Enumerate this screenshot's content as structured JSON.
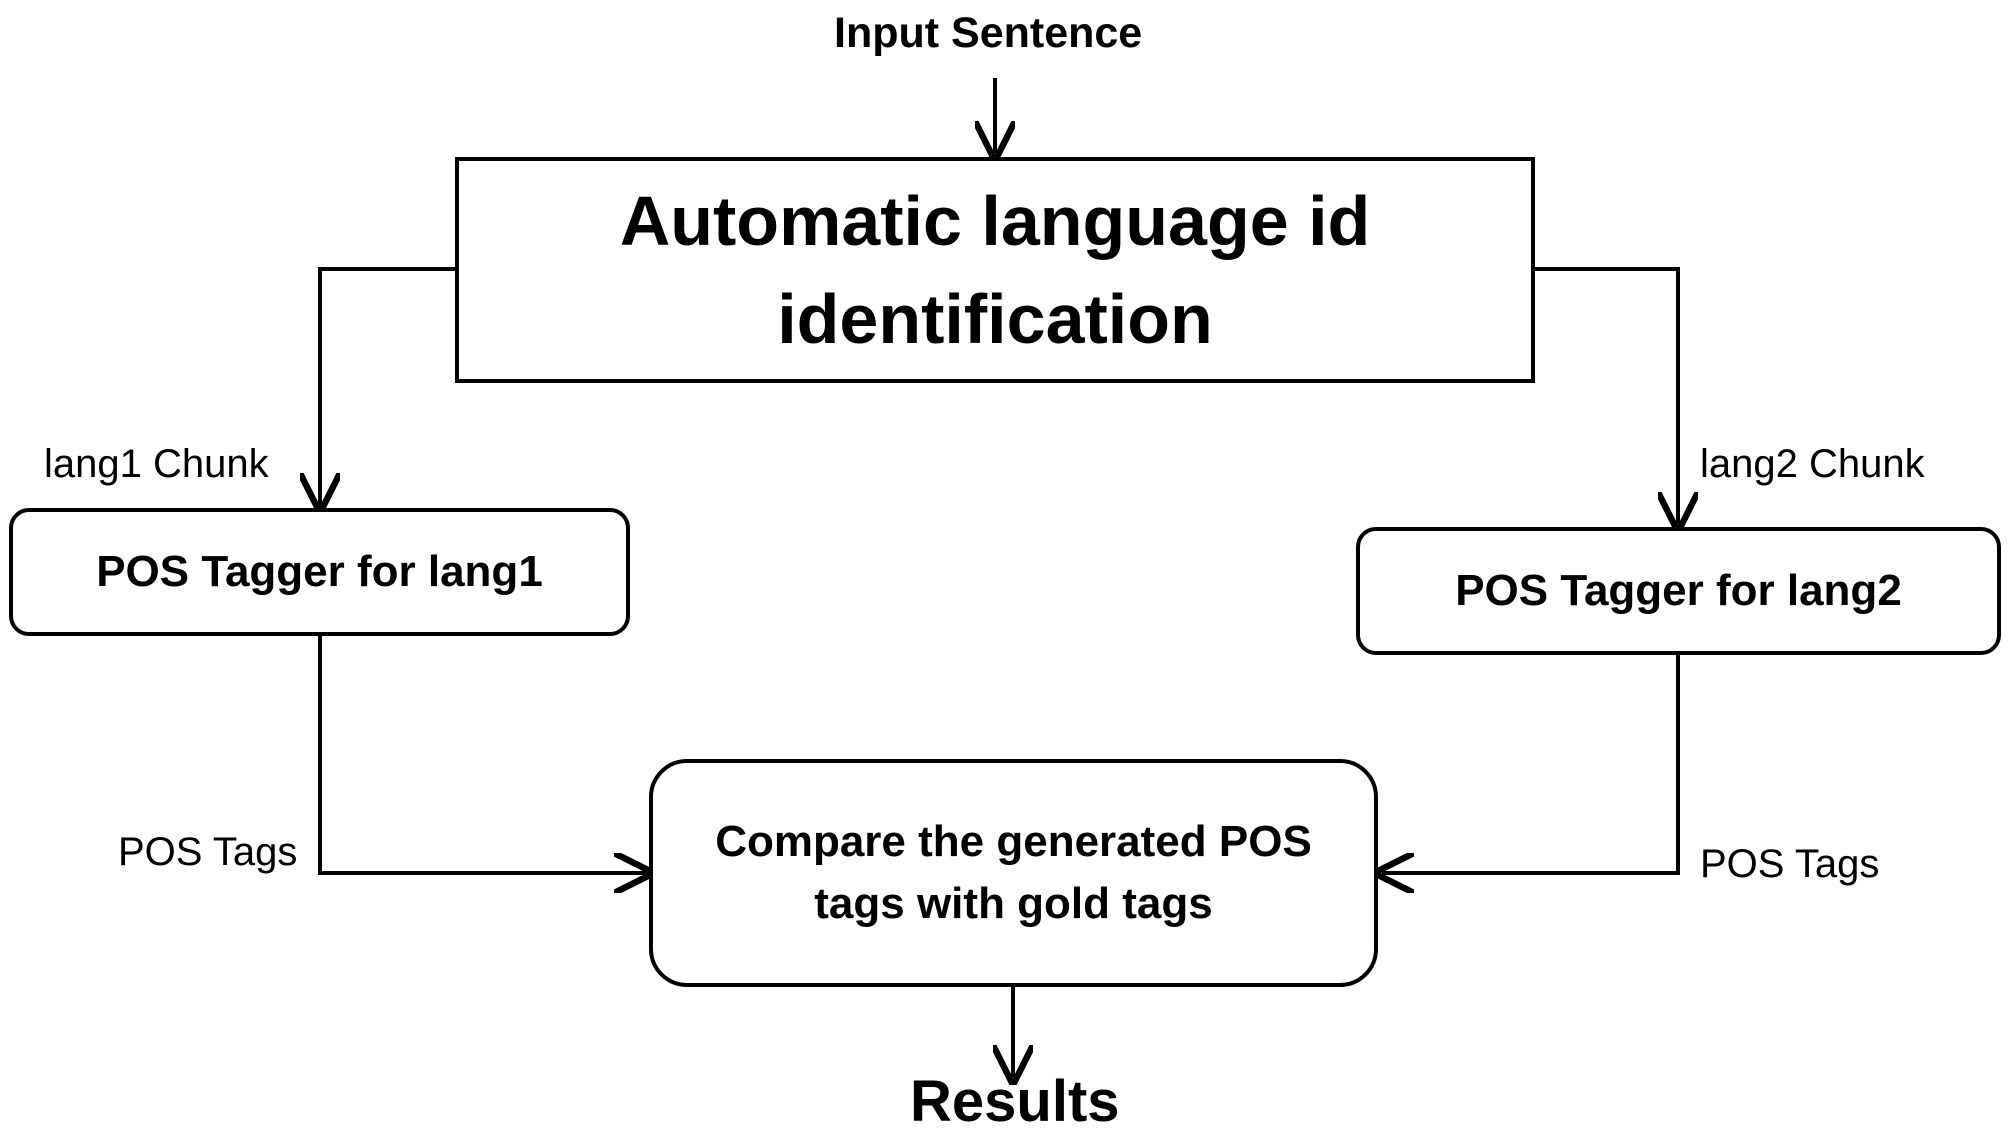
{
  "diagram": {
    "input_label": "Input Sentence",
    "lang_id_box": "Automatic language id identification",
    "lang1_chunk_label": "lang1 Chunk",
    "lang2_chunk_label": "lang2 Chunk",
    "tagger1_box": "POS Tagger for lang1",
    "tagger2_box": "POS Tagger for lang2",
    "pos_tags_left_label": "POS Tags",
    "pos_tags_right_label": "POS Tags",
    "compare_box": "Compare the generated POS tags with gold tags",
    "results_label": "Results"
  },
  "colors": {
    "stroke": "#000000",
    "background": "#ffffff"
  }
}
